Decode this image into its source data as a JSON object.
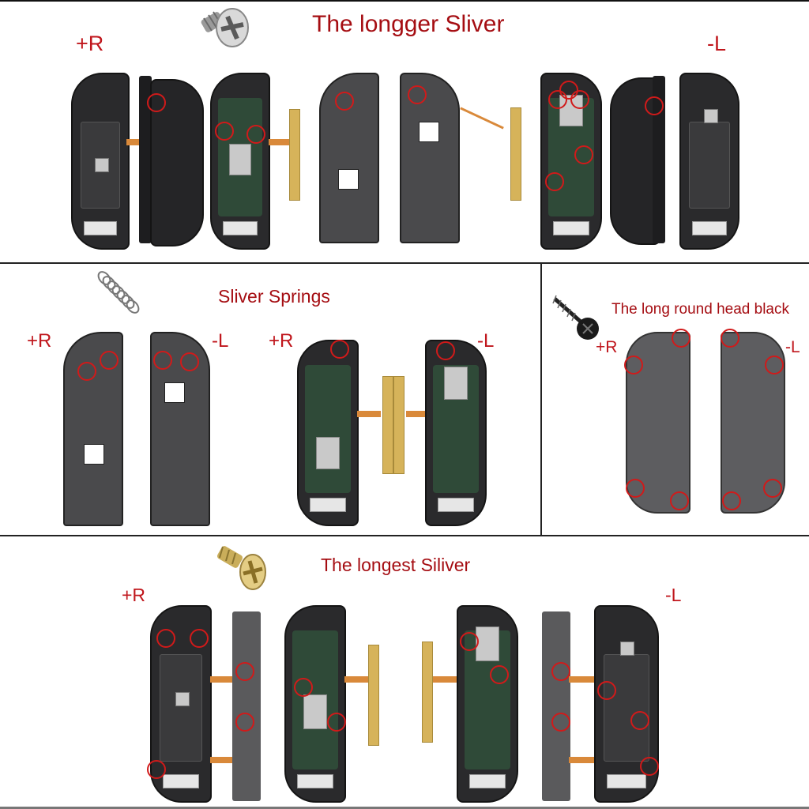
{
  "sections": {
    "top": {
      "title": "The longger Sliver",
      "label_right": "+R",
      "label_left": "-L",
      "screw_icon": "silver-countersunk-screw",
      "screw_color": "#b8b8b8"
    },
    "springs": {
      "title": "Sliver Springs",
      "labels": [
        "+R",
        "-L",
        "+R",
        "-L"
      ],
      "spring_icon": "silver-spring"
    },
    "black_screws": {
      "title": "The long round head black",
      "label_right": "+R",
      "label_left": "-L",
      "screw_icon": "black-round-head-screw"
    },
    "bottom": {
      "title": "The longest Siliver",
      "label_right": "+R",
      "label_left": "-L",
      "screw_icon": "gold-countersunk-screw",
      "screw_color": "#cdb46a"
    }
  },
  "colors": {
    "title_text": "#a50d12",
    "side_label": "#c0161c",
    "highlight_circle": "#d11a1a",
    "divider": "#222222"
  }
}
